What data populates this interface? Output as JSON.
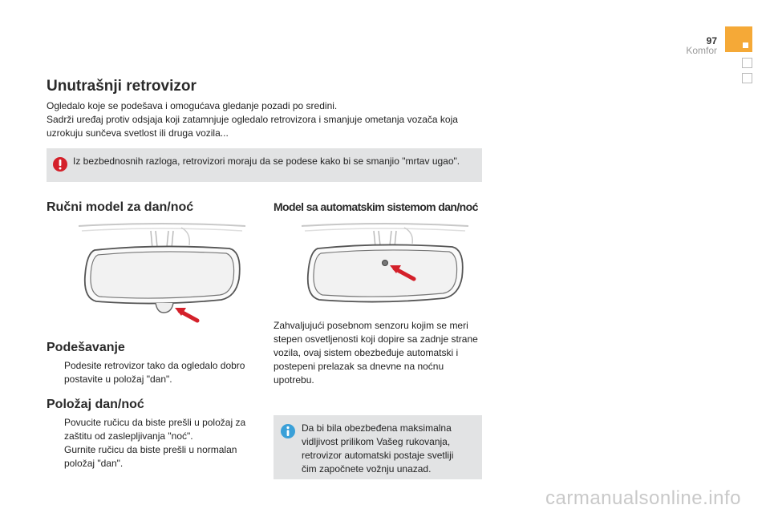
{
  "header": {
    "page_number": "97",
    "section": "Komfor",
    "accent_color": "#f5a937"
  },
  "title": "Unutrašnji retrovizor",
  "intro": {
    "line1": "Ogledalo koje se podešava i omogućava gledanje pozadi po sredini.",
    "line2": "Sadrži uređaj protiv odsjaja koji zatamnjuje ogledalo retrovizora i smanjuje ometanja vozača koja uzrokuju sunčeva svetlost ili druga vozila..."
  },
  "warning": {
    "icon": "warning-icon",
    "text": "Iz bezbednosnih razloga, retrovizori moraju da se podese kako bi se smanjio \"mrtav ugao\"."
  },
  "left": {
    "heading": "Ručni model za dan/noć",
    "adjust_heading": "Podešavanje",
    "adjust_bullets": [
      "Podesite retrovizor tako da ogledalo dobro postavite u položaj \"dan\"."
    ],
    "daynight_heading": "Položaj dan/noć",
    "daynight_bullets": [
      "Povucite ručicu da biste prešli u položaj za zaštitu od zaslepljivanja \"noć\".",
      "Gurnite ručicu da biste prešli u normalan položaj \"dan\"."
    ]
  },
  "right": {
    "heading": "Model sa automatskim sistemom dan/noć",
    "body": "Zahvaljujući posebnom senzoru kojim se meri stepen osvetljenosti koji dopire sa zadnje strane vozila, ovaj sistem obezbeđuje automatski i postepeni prelazak sa dnevne na noćnu upotrebu.",
    "info": {
      "icon": "info-icon",
      "text": "Da bi bila obezbeđena maksimalna vidljivost prilikom Vašeg rukovanja, retrovizor automatski postaje svetliji čim započnete vožnju unazad."
    }
  },
  "bullet_symbol": "",
  "watermark": "carmanualsonline.info"
}
